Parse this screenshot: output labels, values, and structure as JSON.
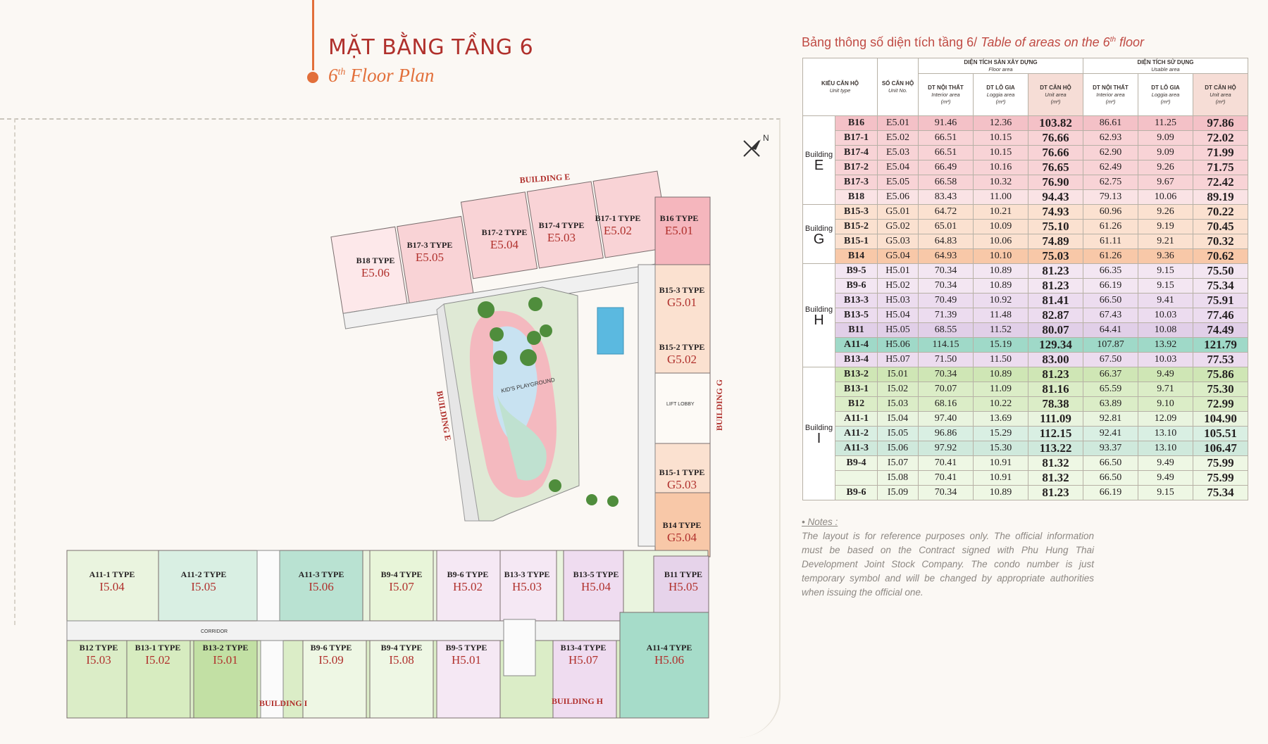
{
  "heading": {
    "title_vi": "MẶT BẰNG TẦNG 6",
    "title_en_prefix": "6",
    "title_en_sup": "th",
    "title_en_suffix": " Floor Plan"
  },
  "table": {
    "title_vi": "Bảng thông số diện tích tầng 6/ ",
    "title_en_prefix": "Table of areas on the 6",
    "title_en_sup": "th",
    "title_en_suffix": " floor",
    "headers": {
      "unit_type_vi": "KIỂU CĂN HỘ",
      "unit_type_en": "Unit type",
      "unit_no_vi": "SỐ CĂN HỘ",
      "unit_no_en": "Unit No.",
      "floor_area_vi": "DIỆN TÍCH SÀN XÂY DỰNG",
      "floor_area_en": "Floor area",
      "usable_area_vi": "DIỆN TÍCH SỬ DỤNG",
      "usable_area_en": "Usable area",
      "interior_vi": "DT NỘI THẤT",
      "interior_en": "Interior area",
      "unit_m2": "(m²)",
      "loggia_vi": "DT LÔ GIA",
      "loggia_en": "Loggia area",
      "unitarea_vi": "DT CĂN HỘ",
      "unitarea_en": "Unit area"
    },
    "groups": [
      {
        "label": "Building",
        "letter": "E",
        "rows": [
          {
            "type": "B16",
            "no": "E5.01",
            "fi": "91.46",
            "fl": "12.36",
            "fu": "103.82",
            "ui": "86.61",
            "ul": "11.25",
            "uu": "97.86",
            "color": "#f4c1c7"
          },
          {
            "type": "B17-1",
            "no": "E5.02",
            "fi": "66.51",
            "fl": "10.15",
            "fu": "76.66",
            "ui": "62.93",
            "ul": "9.09",
            "uu": "72.02",
            "color": "#f8d3d6"
          },
          {
            "type": "B17-4",
            "no": "E5.03",
            "fi": "66.51",
            "fl": "10.15",
            "fu": "76.66",
            "ui": "62.90",
            "ul": "9.09",
            "uu": "71.99",
            "color": "#f8d3d6"
          },
          {
            "type": "B17-2",
            "no": "E5.04",
            "fi": "66.49",
            "fl": "10.16",
            "fu": "76.65",
            "ui": "62.49",
            "ul": "9.26",
            "uu": "71.75",
            "color": "#f8d3d6"
          },
          {
            "type": "B17-3",
            "no": "E5.05",
            "fi": "66.58",
            "fl": "10.32",
            "fu": "76.90",
            "ui": "62.75",
            "ul": "9.67",
            "uu": "72.42",
            "color": "#f8d3d6"
          },
          {
            "type": "B18",
            "no": "E5.06",
            "fi": "83.43",
            "fl": "11.00",
            "fu": "94.43",
            "ui": "79.13",
            "ul": "10.06",
            "uu": "89.19",
            "color": "#fae3e5"
          }
        ]
      },
      {
        "label": "Building",
        "letter": "G",
        "rows": [
          {
            "type": "B15-3",
            "no": "G5.01",
            "fi": "64.72",
            "fl": "10.21",
            "fu": "74.93",
            "ui": "60.96",
            "ul": "9.26",
            "uu": "70.22",
            "color": "#fbe1d0"
          },
          {
            "type": "B15-2",
            "no": "G5.02",
            "fi": "65.01",
            "fl": "10.09",
            "fu": "75.10",
            "ui": "61.26",
            "ul": "9.19",
            "uu": "70.45",
            "color": "#fbe1d0"
          },
          {
            "type": "B15-1",
            "no": "G5.03",
            "fi": "64.83",
            "fl": "10.06",
            "fu": "74.89",
            "ui": "61.11",
            "ul": "9.21",
            "uu": "70.32",
            "color": "#fbe1d0"
          },
          {
            "type": "B14",
            "no": "G5.04",
            "fi": "64.93",
            "fl": "10.10",
            "fu": "75.03",
            "ui": "61.26",
            "ul": "9.36",
            "uu": "70.62",
            "color": "#f8c8a8"
          }
        ]
      },
      {
        "label": "Building",
        "letter": "H",
        "rows": [
          {
            "type": "B9-5",
            "no": "H5.01",
            "fi": "70.34",
            "fl": "10.89",
            "fu": "81.23",
            "ui": "66.35",
            "ul": "9.15",
            "uu": "75.50",
            "color": "#f3e6f2"
          },
          {
            "type": "B9-6",
            "no": "H5.02",
            "fi": "70.34",
            "fl": "10.89",
            "fu": "81.23",
            "ui": "66.19",
            "ul": "9.15",
            "uu": "75.34",
            "color": "#f3e6f2"
          },
          {
            "type": "B13-3",
            "no": "H5.03",
            "fi": "70.49",
            "fl": "10.92",
            "fu": "81.41",
            "ui": "66.50",
            "ul": "9.41",
            "uu": "75.91",
            "color": "#ecdcef"
          },
          {
            "type": "B13-5",
            "no": "H5.04",
            "fi": "71.39",
            "fl": "11.48",
            "fu": "82.87",
            "ui": "67.43",
            "ul": "10.03",
            "uu": "77.46",
            "color": "#ecdcef"
          },
          {
            "type": "B11",
            "no": "H5.05",
            "fi": "68.55",
            "fl": "11.52",
            "fu": "80.07",
            "ui": "64.41",
            "ul": "10.08",
            "uu": "74.49",
            "color": "#e1cfe8"
          },
          {
            "type": "A11-4",
            "no": "H5.06",
            "fi": "114.15",
            "fl": "15.19",
            "fu": "129.34",
            "ui": "107.87",
            "ul": "13.92",
            "uu": "121.79",
            "color": "#9fd9c8"
          },
          {
            "type": "B13-4",
            "no": "H5.07",
            "fi": "71.50",
            "fl": "11.50",
            "fu": "83.00",
            "ui": "67.50",
            "ul": "10.03",
            "uu": "77.53",
            "color": "#ecdcef"
          }
        ]
      },
      {
        "label": "Building",
        "letter": "I",
        "rows": [
          {
            "type": "B13-2",
            "no": "I5.01",
            "fi": "70.34",
            "fl": "10.89",
            "fu": "81.23",
            "ui": "66.37",
            "ul": "9.49",
            "uu": "75.86",
            "color": "#cfe6b5"
          },
          {
            "type": "B13-1",
            "no": "I5.02",
            "fi": "70.07",
            "fl": "11.09",
            "fu": "81.16",
            "ui": "65.59",
            "ul": "9.71",
            "uu": "75.30",
            "color": "#dbedc7"
          },
          {
            "type": "B12",
            "no": "I5.03",
            "fi": "68.16",
            "fl": "10.22",
            "fu": "78.38",
            "ui": "63.89",
            "ul": "9.10",
            "uu": "72.99",
            "color": "#dbedc7"
          },
          {
            "type": "A11-1",
            "no": "I5.04",
            "fi": "97.40",
            "fl": "13.69",
            "fu": "111.09",
            "ui": "92.81",
            "ul": "12.09",
            "uu": "104.90",
            "color": "#e9f4df"
          },
          {
            "type": "A11-2",
            "no": "I5.05",
            "fi": "96.86",
            "fl": "15.29",
            "fu": "112.15",
            "ui": "92.41",
            "ul": "13.10",
            "uu": "105.51",
            "color": "#d9efe3"
          },
          {
            "type": "A11-3",
            "no": "I5.06",
            "fi": "97.92",
            "fl": "15.30",
            "fu": "113.22",
            "ui": "93.37",
            "ul": "13.10",
            "uu": "106.47",
            "color": "#cfe9dc"
          },
          {
            "type": "B9-4",
            "no": "I5.07",
            "fi": "70.41",
            "fl": "10.91",
            "fu": "81.32",
            "ui": "66.50",
            "ul": "9.49",
            "uu": "75.99",
            "color": "#eef7e4"
          },
          {
            "type": "",
            "no": "I5.08",
            "fi": "70.41",
            "fl": "10.91",
            "fu": "81.32",
            "ui": "66.50",
            "ul": "9.49",
            "uu": "75.99",
            "color": "#eef7e4"
          },
          {
            "type": "B9-6",
            "no": "I5.09",
            "fi": "70.34",
            "fl": "10.89",
            "fu": "81.23",
            "ui": "66.19",
            "ul": "9.15",
            "uu": "75.34",
            "color": "#eef7e4"
          }
        ]
      }
    ]
  },
  "notes": {
    "heading": "• Notes :",
    "text": "The layout is for reference purposes only. The official information must be based on the Contract signed with Phu Hung Thai Development Joint Stock Company. The condo number is just temporary symbol and will be changed by appropriate authorities when issuing the official one."
  },
  "plan": {
    "compass": "N",
    "building_labels": {
      "e_top": "BUILDING E",
      "e_side": "BUILDING E",
      "g": "BUILDING G",
      "i": "BUILDING I",
      "h": "BUILDING H"
    },
    "misc_labels": {
      "corridor": "CORRIDOR",
      "lift_lobby": "LIFT LOBBY",
      "playground": "KID'S PLAYGROUND"
    },
    "units_e": [
      {
        "type": "B18 TYPE",
        "no": "E5.06"
      },
      {
        "type": "B17-3 TYPE",
        "no": "E5.05"
      },
      {
        "type": "B17-2 TYPE",
        "no": "E5.04"
      },
      {
        "type": "B17-4 TYPE",
        "no": "E5.03"
      },
      {
        "type": "B17-1 TYPE",
        "no": "E5.02"
      },
      {
        "type": "B16 TYPE",
        "no": "E5.01"
      }
    ],
    "units_g": [
      {
        "type": "B15-3 TYPE",
        "no": "G5.01"
      },
      {
        "type": "B15-2 TYPE",
        "no": "G5.02"
      },
      {
        "type": "B15-1 TYPE",
        "no": "G5.03"
      },
      {
        "type": "B14 TYPE",
        "no": "G5.04"
      }
    ],
    "units_top_row": [
      {
        "type": "A11-1 TYPE",
        "no": "I5.04"
      },
      {
        "type": "A11-2 TYPE",
        "no": "I5.05"
      },
      {
        "type": "A11-3 TYPE",
        "no": "I5.06"
      },
      {
        "type": "B9-4 TYPE",
        "no": "I5.07"
      },
      {
        "type": "B9-6 TYPE",
        "no": "H5.02"
      },
      {
        "type": "B13-3 TYPE",
        "no": "H5.03"
      },
      {
        "type": "B13-5 TYPE",
        "no": "H5.04"
      },
      {
        "type": "B11 TYPE",
        "no": "H5.05"
      }
    ],
    "units_bottom_row": [
      {
        "type": "B12 TYPE",
        "no": "I5.03"
      },
      {
        "type": "B13-1 TYPE",
        "no": "I5.02"
      },
      {
        "type": "B13-2 TYPE",
        "no": "I5.01"
      },
      {
        "type": "B9-6 TYPE",
        "no": "I5.09"
      },
      {
        "type": "B9-4 TYPE",
        "no": "I5.08"
      },
      {
        "type": "B9-5 TYPE",
        "no": "H5.01"
      },
      {
        "type": "B13-4 TYPE",
        "no": "H5.07"
      },
      {
        "type": "A11-4 TYPE",
        "no": "H5.06"
      }
    ]
  }
}
